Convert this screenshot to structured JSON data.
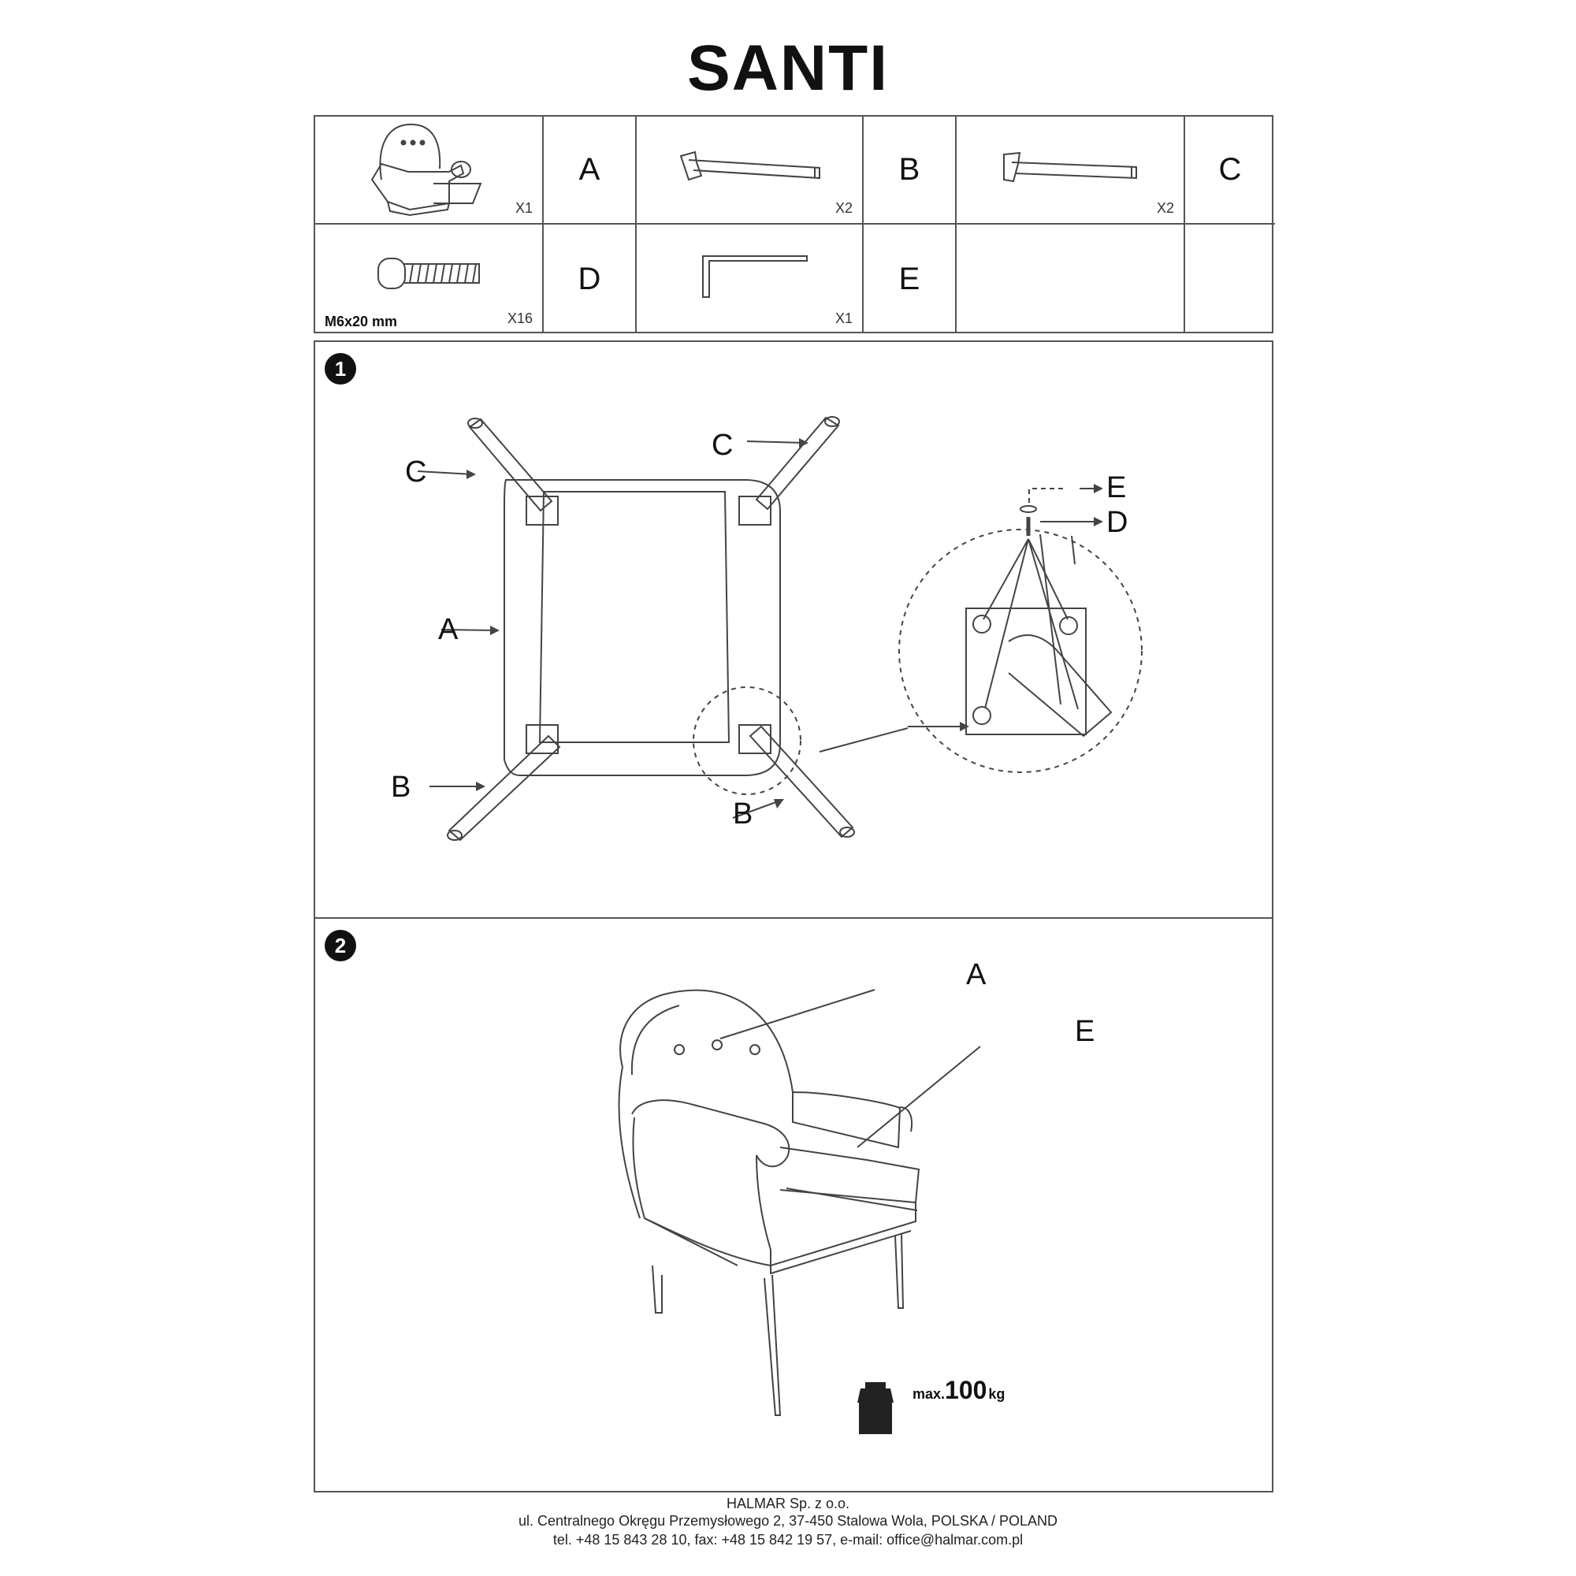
{
  "title": "SANTI",
  "parts": {
    "row1": [
      {
        "id": "A",
        "qty": "X1",
        "icon": "armchair-icon"
      },
      {
        "id": "B",
        "qty": "X2",
        "icon": "leg-icon"
      },
      {
        "id": "C",
        "qty": "X2",
        "icon": "leg-icon"
      }
    ],
    "row2": [
      {
        "id": "D",
        "qty": "X16",
        "icon": "bolt-icon",
        "spec": "M6x20 mm"
      },
      {
        "id": "E",
        "qty": "X1",
        "icon": "allen-key-icon"
      }
    ]
  },
  "step1": {
    "number": "1",
    "labels": {
      "c_left": "C",
      "c_right": "C",
      "a": "A",
      "b_left": "B",
      "b_right": "B",
      "e": "E",
      "d": "D"
    }
  },
  "step2": {
    "number": "2",
    "labels": {
      "a": "A",
      "e": "E"
    },
    "weight": {
      "prefix": "max.",
      "value": "100",
      "unit": "kg"
    }
  },
  "footer": {
    "company": "HALMAR Sp. z o.o.",
    "address": "ul. Centralnego Okręgu Przemysłowego 2, 37-450 Stalowa Wola, POLSKA / POLAND",
    "contact": "tel. +48 15 843 28 10, fax: +48 15 842 19 57, e-mail: office@halmar.com.pl"
  }
}
